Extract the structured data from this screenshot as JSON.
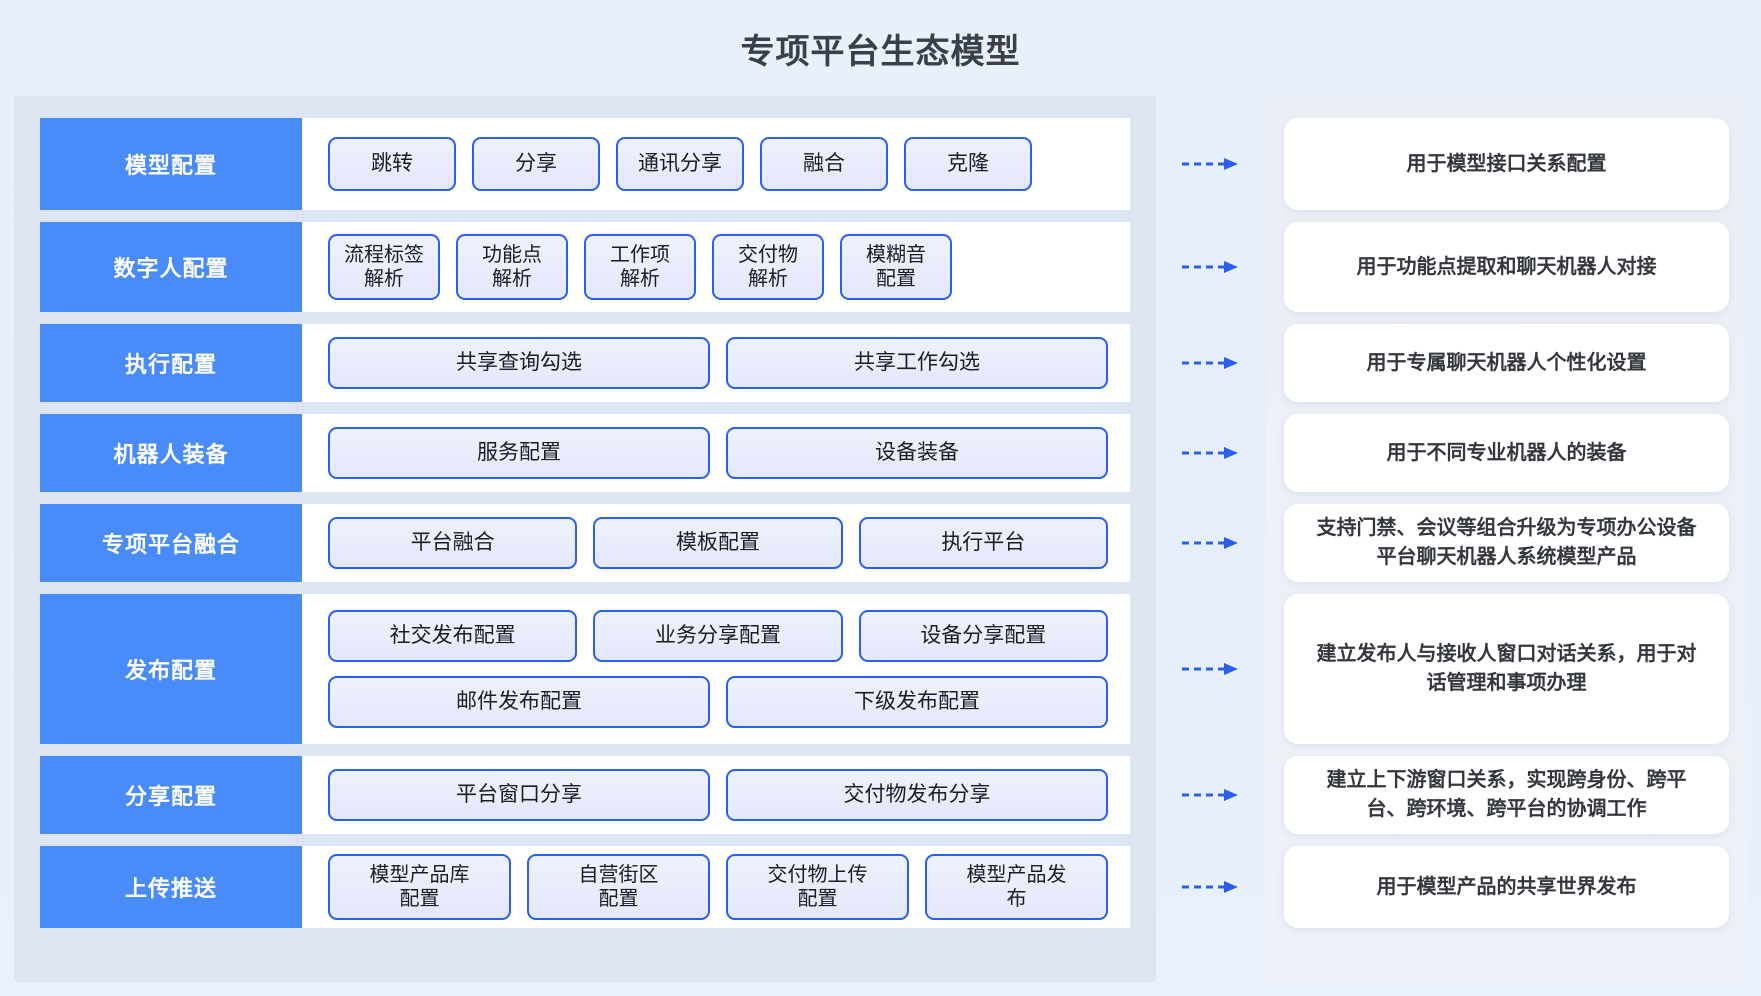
{
  "header": {
    "title": "专项平台生态模型"
  },
  "colors": {
    "accent_blue": "#4a8bfa",
    "chip_border": "#2a5ff0",
    "page_bg": "#e9f0fd",
    "left_panel_bg": "#dde5f2",
    "right_panel_bg": "#eceff5",
    "title_text": "#3b3f47"
  },
  "arrow_icon": "dashed-arrow-right-icon",
  "rows": [
    {
      "label": "模型配置",
      "chips": [
        [
          "跳转",
          "分享",
          "通讯分享",
          "融合",
          "克隆"
        ]
      ],
      "description": "用于模型接口关系配置"
    },
    {
      "label": "数字人配置",
      "chips": [
        [
          "流程标签\n解析",
          "功能点\n解析",
          "工作项\n解析",
          "交付物\n解析",
          "模糊音\n配置"
        ]
      ],
      "description": "用于功能点提取和聊天机器人对接"
    },
    {
      "label": "执行配置",
      "chips": [
        [
          "共享查询勾选",
          "共享工作勾选"
        ]
      ],
      "description": "用于专属聊天机器人个性化设置"
    },
    {
      "label": "机器人装备",
      "chips": [
        [
          "服务配置",
          "设备装备"
        ]
      ],
      "description": "用于不同专业机器人的装备"
    },
    {
      "label": "专项平台融合",
      "chips": [
        [
          "平台融合",
          "模板配置",
          "执行平台"
        ]
      ],
      "description": "支持门禁、会议等组合升级为专项办公设备平台聊天机器人系统模型产品"
    },
    {
      "label": "发布配置",
      "chips": [
        [
          "社交发布配置",
          "业务分享配置",
          "设备分享配置"
        ],
        [
          "邮件发布配置",
          "下级发布配置"
        ]
      ],
      "description": "建立发布人与接收人窗口对话关系，用于对话管理和事项办理"
    },
    {
      "label": "分享配置",
      "chips": [
        [
          "平台窗口分享",
          "交付物发布分享"
        ]
      ],
      "description": "建立上下游窗口关系，实现跨身份、跨平台、跨环境、跨平台的协调工作"
    },
    {
      "label": "上传推送",
      "chips": [
        [
          "模型产品库\n配置",
          "自营街区\n配置",
          "交付物上传\n配置",
          "模型产品发\n布"
        ]
      ],
      "description": "用于模型产品的共享世界发布"
    }
  ]
}
